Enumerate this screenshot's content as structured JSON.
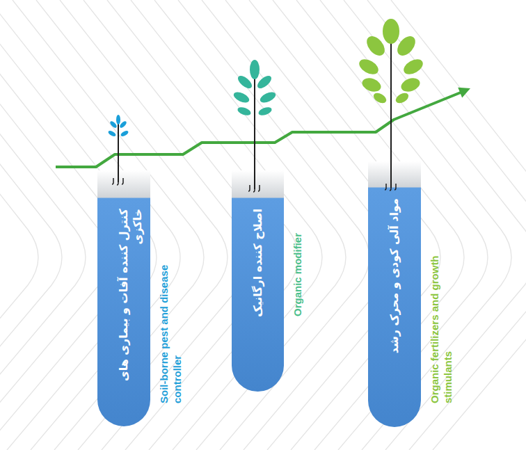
{
  "diagram": {
    "nodes": [
      {
        "text": [
          "کنترل کننده آفات و بیماری های  خاکزی",
          "Soil-borne pest and disease controller"
        ]
      },
      {
        "text": [
          "اصلاح کننده ارگانیک",
          "Organic modifier"
        ]
      },
      {
        "text": [
          "مواد آلی کودی و محرک رشد",
          "Organic fertilizers and growth stimulants"
        ]
      }
    ]
  }
}
